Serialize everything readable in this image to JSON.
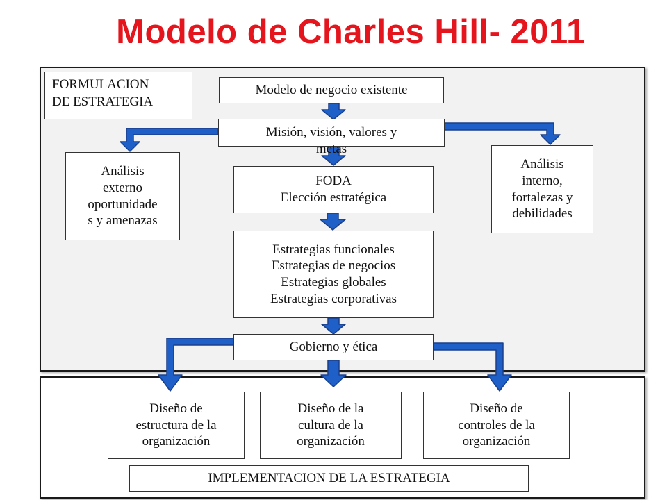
{
  "title": "Modelo de Charles Hill- 2011",
  "formulation_label": "FORMULACION\nDE ESTRATEGIA",
  "nodes": {
    "existing_model": "Modelo de negocio existente",
    "mission": "Misión, visión, valores y\nmetas",
    "external": "Análisis\nexterno\noportunidade\ns y amenazas",
    "internal": "Análisis\ninterno,\nfortalezas y\ndebilidades",
    "swot": "FODA\nElección estratégica",
    "strategies": "Estrategias funcionales\nEstrategias de negocios\nEstrategias globales\nEstrategias corporativas",
    "governance": "Gobierno y ética",
    "structure": "Diseño de\nestructura de la\norganización",
    "culture": "Diseño de la\ncultura de la\norganización",
    "controls": "Diseño de\ncontroles  de la\norganización"
  },
  "implementation_label": "IMPLEMENTACION DE LA ESTRATEGIA",
  "colors": {
    "title": "#e4151d",
    "arrow_fill": "#1f5fc8",
    "arrow_stroke": "#1a3f8a",
    "panel_bg": "#f2f2f2"
  }
}
